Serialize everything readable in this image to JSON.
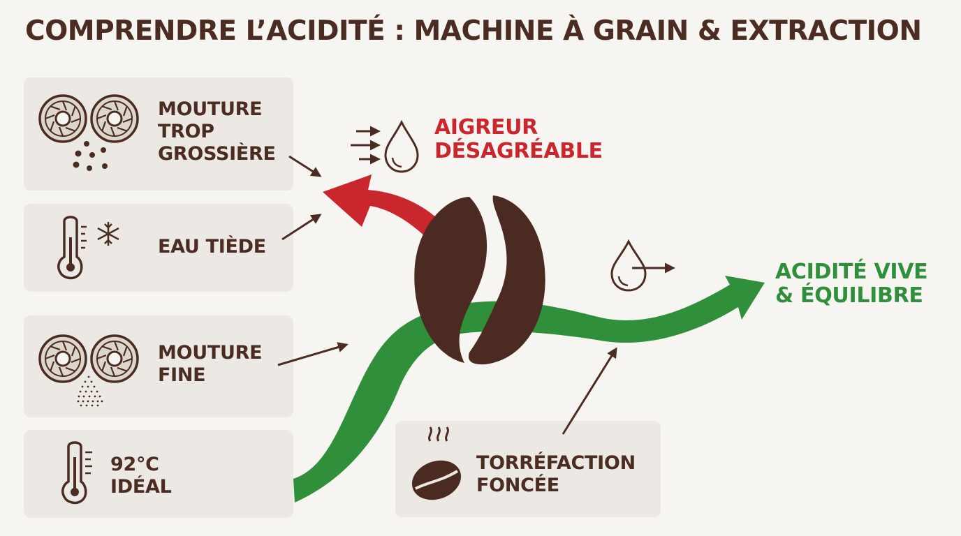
{
  "title": "COMPRENDRE L’ACIDITÉ : MACHINE À GRAIN & EXTRACTION",
  "colors": {
    "background": "#f7f5f1",
    "card": "#ece9e4",
    "text": "#4a2c22",
    "sour_red": "#c9272d",
    "balanced_green": "#2f8f3a",
    "bean": "#4b2a22"
  },
  "factors": [
    {
      "id": "coarse-grind",
      "icon": "burr-grinder-coarse-icon",
      "lines": [
        "MOUTURE",
        "TROP",
        "GROSSIÈRE"
      ]
    },
    {
      "id": "lukewarm-water",
      "icon": "thermometer-cold-icon",
      "lines": [
        "EAU TIÈDE"
      ]
    },
    {
      "id": "fine-grind",
      "icon": "burr-grinder-fine-icon",
      "lines": [
        "MOUTURE",
        "FINE"
      ]
    },
    {
      "id": "ideal-temperature",
      "icon": "thermometer-icon",
      "lines": [
        "92°C",
        "IDÉAL"
      ]
    },
    {
      "id": "dark-roast",
      "icon": "roasted-bean-steam-icon",
      "lines": [
        "TORRÉFACTION",
        "FONCÉE"
      ]
    }
  ],
  "outcomes": {
    "sour": {
      "icon": "fast-flow-drop-icon",
      "lines": [
        "AIGREUR",
        "DÉSAGRÉABLE"
      ]
    },
    "balanced": {
      "icon": "drop-flow-icon",
      "lines": [
        "ACIDITÉ VIVE",
        "& ÉQUILIBRE"
      ]
    }
  },
  "center_icon": "coffee-bean-icon"
}
